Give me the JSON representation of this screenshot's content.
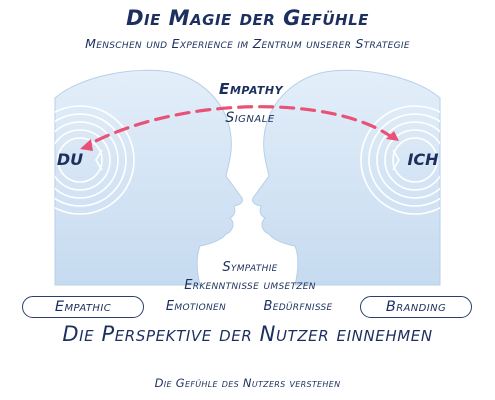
{
  "header": {
    "title": "Die Magie der Gefühle",
    "subtitle": "Menschen und Experience im Zentrum unserer Strategie"
  },
  "connection": {
    "empathy_label": "Empathy",
    "signals_label": "Signale",
    "arrow_color": "#e85276"
  },
  "heads": {
    "left_label": "DU",
    "right_label": "ICH",
    "fill_color": "#cfe2f4",
    "ring_color": "#ffffff"
  },
  "center_terms": {
    "sympathie": "Sympathie",
    "erkenntnisse": "Erkenntnisse umsetzen",
    "emotionen": "Emotionen",
    "beduerfnisse": "Bedürfnisse"
  },
  "pills": {
    "empathic": "Empathic",
    "branding": "Branding"
  },
  "perspective_heading": "Die Perspektive der Nutzer einnehmen",
  "footer": "Die Gefühle des Nutzers verstehen"
}
